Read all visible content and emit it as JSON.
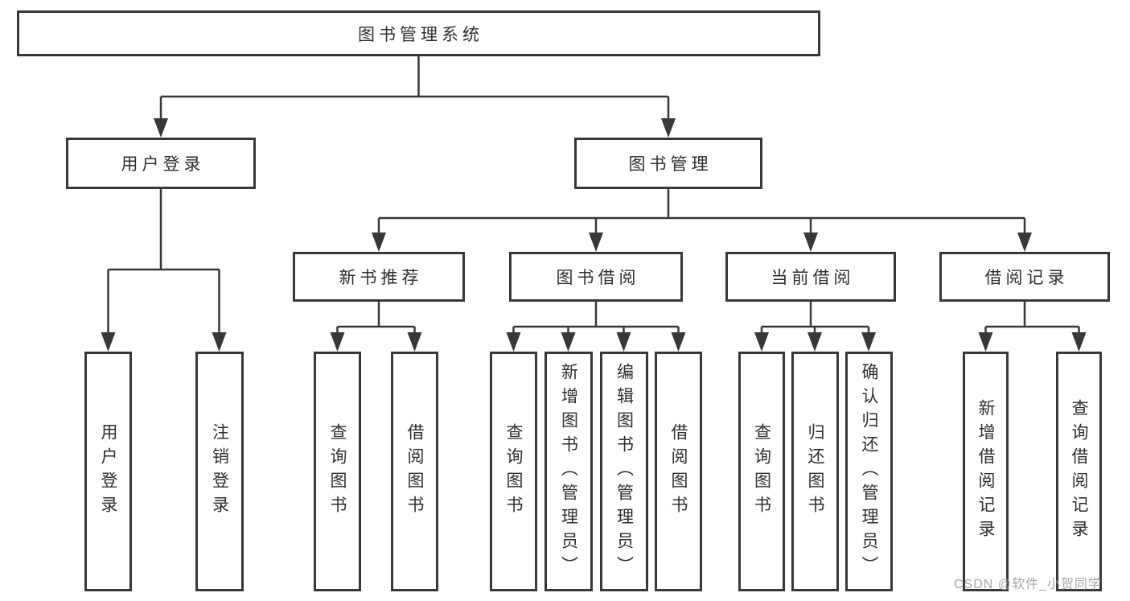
{
  "tree": {
    "label": "图书管理系统",
    "children": [
      {
        "label": "用户登录",
        "children": [
          {
            "label": "用户登录"
          },
          {
            "label": "注销登录"
          }
        ]
      },
      {
        "label": "图书管理",
        "children": [
          {
            "label": "新书推荐",
            "children": [
              {
                "label": "查询图书"
              },
              {
                "label": "借阅图书"
              }
            ]
          },
          {
            "label": "图书借阅",
            "children": [
              {
                "label": "查询图书"
              },
              {
                "label": "新增图书（管理员）"
              },
              {
                "label": "编辑图书（管理员）"
              },
              {
                "label": "借阅图书"
              }
            ]
          },
          {
            "label": "当前借阅",
            "children": [
              {
                "label": "查询图书"
              },
              {
                "label": "归还图书"
              },
              {
                "label": "确认归还（管理员）"
              }
            ]
          },
          {
            "label": "借阅记录",
            "children": [
              {
                "label": "新增借阅记录"
              },
              {
                "label": "查询借阅记录"
              }
            ]
          }
        ]
      }
    ]
  },
  "watermark": {
    "text": "CSDN @软件_小贺同学"
  },
  "colors": {
    "line": "#383838",
    "box_border": "#383838",
    "text": "#2e2e2e",
    "watermark": "#a6a6a6",
    "background": "#ffffff"
  }
}
